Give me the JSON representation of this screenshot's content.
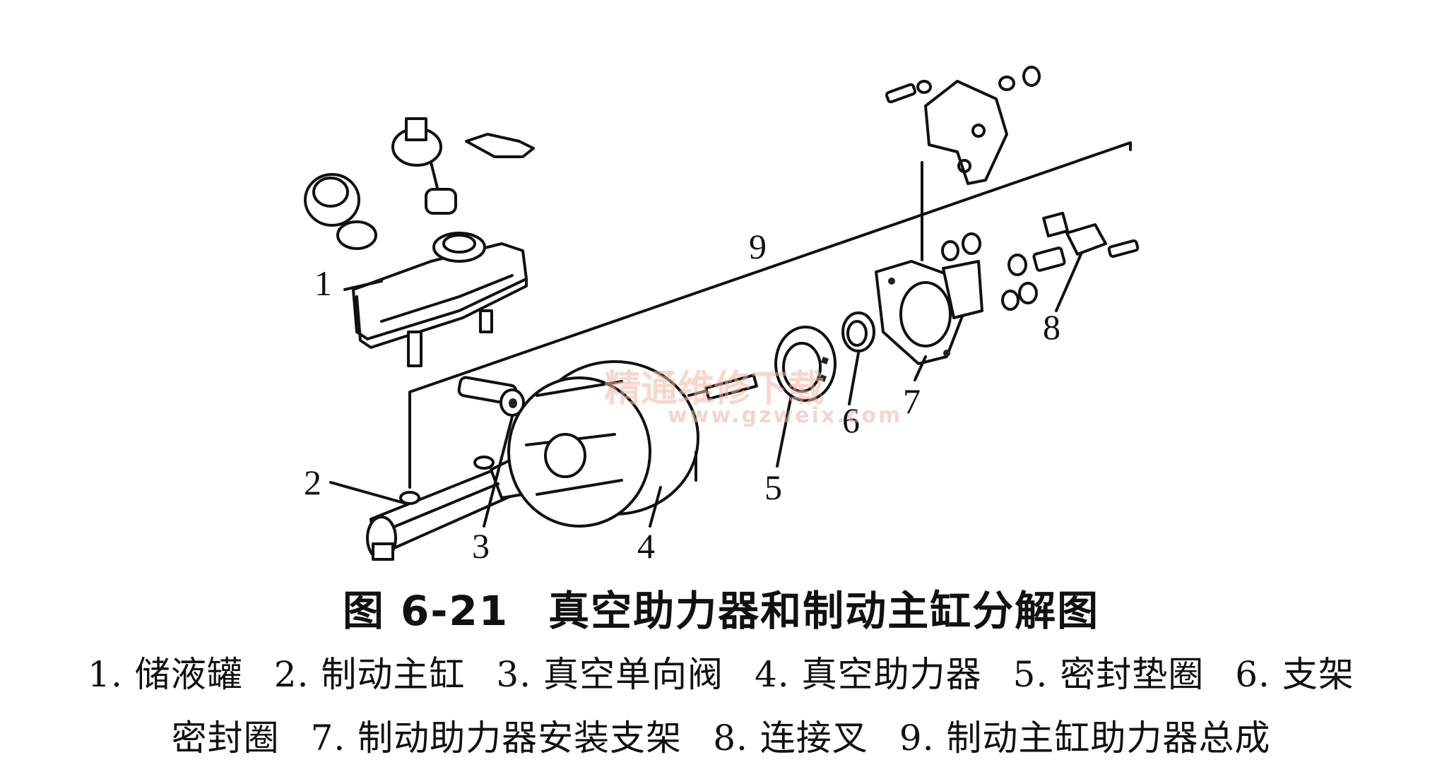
{
  "figure": {
    "number": "图 6-21",
    "title": "真空助力器和制动主缸分解图",
    "callouts": [
      "1",
      "2",
      "3",
      "4",
      "5",
      "6",
      "7",
      "8",
      "9"
    ],
    "watermark": {
      "text": "精通维修下载",
      "url": "www.gzweix.com"
    }
  },
  "legend": {
    "line1": [
      "1. 储液罐",
      "2. 制动主缸",
      "3. 真空单向阀",
      "4. 真空助力器",
      "5. 密封垫圈",
      "6. 支架"
    ],
    "line2": [
      "密封圈",
      "7. 制动助力器安装支架",
      "8. 连接叉",
      "9. 制动主缸助力器总成"
    ]
  }
}
